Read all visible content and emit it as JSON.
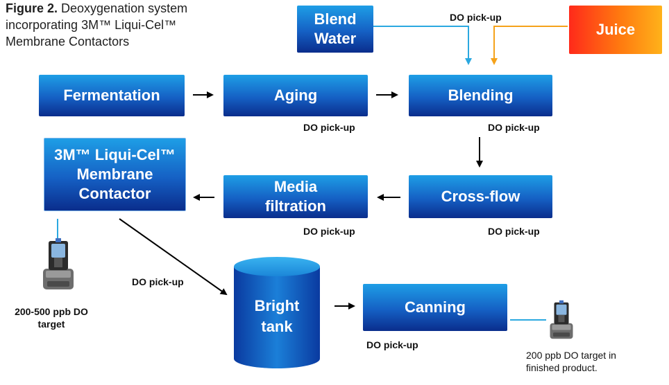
{
  "caption": {
    "figure": "Figure 2.",
    "text": " Deoxygenation system incorporating 3M™ Liqui-Cel™ Membrane Contactors"
  },
  "boxes": {
    "blend_water": "Blend Water",
    "juice": "Juice",
    "fermentation": "Fermentation",
    "aging": "Aging",
    "blending": "Blending",
    "contactor": "3M™ Liqui-Cel™ Membrane Contactor",
    "media_filtration": "Media filtration",
    "cross_flow": "Cross-flow",
    "bright_tank": "Bright tank",
    "canning": "Canning"
  },
  "labels": {
    "do_pickup": "DO pick-up"
  },
  "targets": {
    "left": "200-500 ppb DO target",
    "right": "200 ppb DO target in finished product."
  },
  "colors": {
    "box_blue_top": "#1e9ee6",
    "box_blue_bottom": "#0a2d8c",
    "juice_red": "#ff2a1a",
    "juice_orange": "#ffb21a",
    "water_line": "#2aa8e0",
    "juice_line": "#f5a21a"
  }
}
